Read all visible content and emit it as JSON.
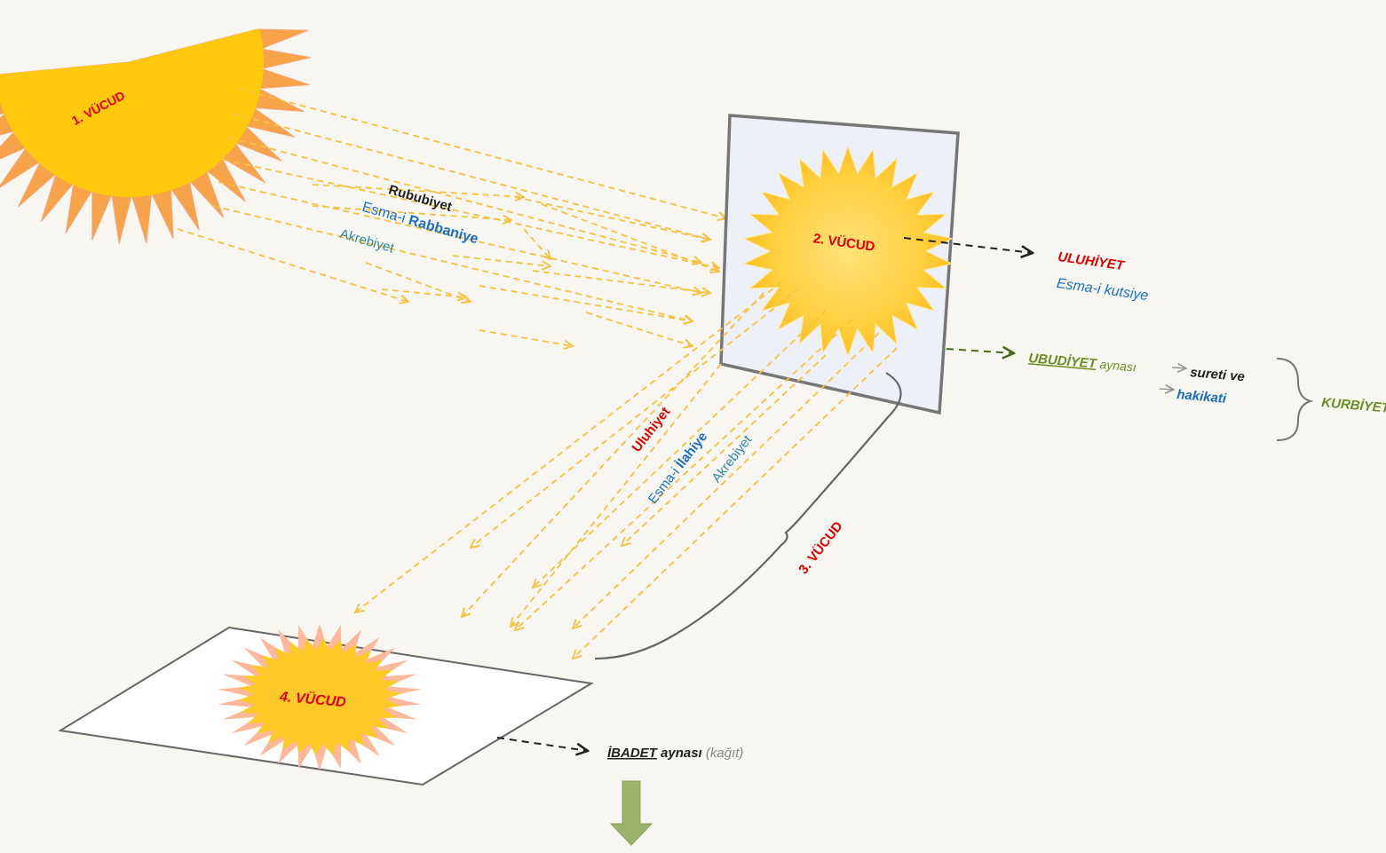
{
  "colors": {
    "red": "#e00000",
    "blue": "#1a6fc4",
    "teal": "#2f8a9a",
    "green": "#6b8e23",
    "dark": "#222222",
    "gray": "#888888",
    "ray": "#f6c243",
    "sun_outer": "#f7a34a",
    "sun_inner": "#ffc90e",
    "arrow_fill": "#9bb36a"
  },
  "sun1": {
    "label": "1. VÜCUD"
  },
  "rays_top": {
    "rububiyet": "Rububiyet",
    "esma_prefix": "Esma-i ",
    "esma_bold": "Rabbaniye",
    "akrebiyet": "Akrebiyet"
  },
  "mirror": {
    "label": "2.  VÜCUD"
  },
  "uluhiyet_out": {
    "title": "ULUHİYET",
    "sub": "Esma-i kutsiye"
  },
  "ubudiyet_out": {
    "title": "UBUDİYET",
    "aynasi": " aynası",
    "sureti": "sureti ve",
    "hakikati": "hakikati",
    "kurbiyet": "KURBİYET"
  },
  "rays_diag": {
    "uluhiyet": "Uluhiyet",
    "esma_prefix": "Esma-i ",
    "esma_bold": "İlahiye",
    "akrebiyet": "Akrebiyet"
  },
  "vucud3": {
    "label": "3. VÜCUD"
  },
  "paper": {
    "label": "4.  VÜCUD"
  },
  "ibadet": {
    "title": "İBADET",
    "aynasi": " aynası",
    "kagit": " (kağıt)"
  },
  "icons": {
    "arrow": "down-arrow-icon"
  }
}
